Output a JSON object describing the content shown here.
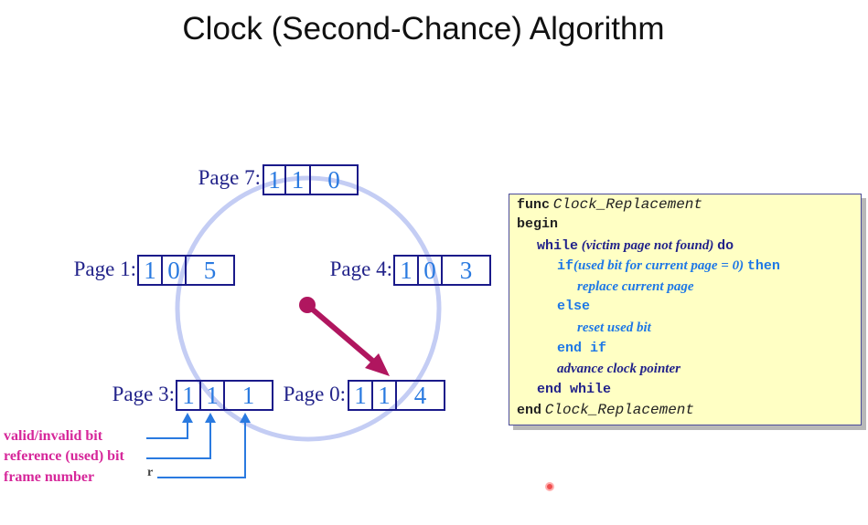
{
  "title": "Clock (Second-Chance) Algorithm",
  "pages": [
    {
      "label": "Page 7:",
      "valid": "1",
      "used": "1",
      "frame": "0"
    },
    {
      "label": "Page 1:",
      "valid": "1",
      "used": "0",
      "frame": "5"
    },
    {
      "label": "Page 4:",
      "valid": "1",
      "used": "0",
      "frame": "3"
    },
    {
      "label": "Page 3:",
      "valid": "1",
      "used": "1",
      "frame": "1"
    },
    {
      "label": "Page 0:",
      "valid": "1",
      "used": "1",
      "frame": "4"
    }
  ],
  "legend": {
    "valid": "valid/invalid bit",
    "reference": "reference (used) bit",
    "frame": "frame number",
    "stray": "r"
  },
  "code": {
    "l1_kw": "func",
    "l1_name": "Clock_Replacement",
    "l2": "begin",
    "l3_kw": "while",
    "l3_cond": "(victim page not found)",
    "l3_do": "do",
    "l4_kw": "if",
    "l4_cond": "(used bit for current page = 0)",
    "l4_then": "then",
    "l5": "replace current page",
    "l6": "else",
    "l7": "reset used bit",
    "l8": "end if",
    "l9": "advance clock pointer",
    "l10": "end while",
    "l11_kw": "end",
    "l11_name": "Clock_Replacement"
  },
  "colors": {
    "circle": "#c4cdf4",
    "pointer": "#b0165f",
    "box": "#1a1a8a",
    "digits": "#2a7ae0",
    "legend": "#d6279a",
    "code_bg": "#ffffc4"
  }
}
